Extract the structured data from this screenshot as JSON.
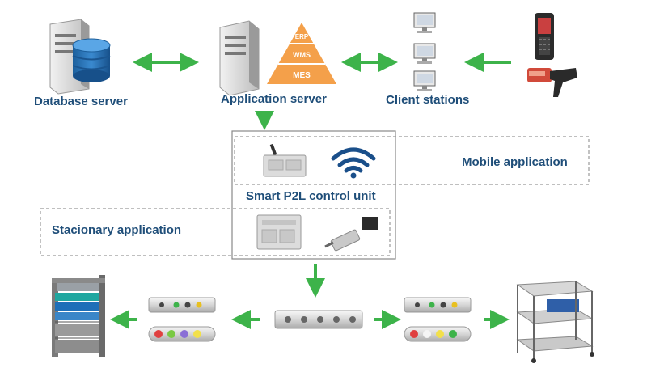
{
  "nodes": {
    "database_server": "Database server",
    "application_server": "Application server",
    "client_stations": "Client stations",
    "control_unit": "Smart P2L control unit",
    "mobile_application": "Mobile application",
    "stationary_application": "Stacionary application"
  },
  "pyramid": [
    "ERP",
    "WMS",
    "MES"
  ],
  "colors": {
    "arrow": "#3db34a",
    "label": "#1f4e79",
    "pyramid": "#f4a04a",
    "wifi": "#1a4f8a",
    "shelf_bins": "#1fa7a0",
    "bin_blue": "#1d6fb8"
  }
}
